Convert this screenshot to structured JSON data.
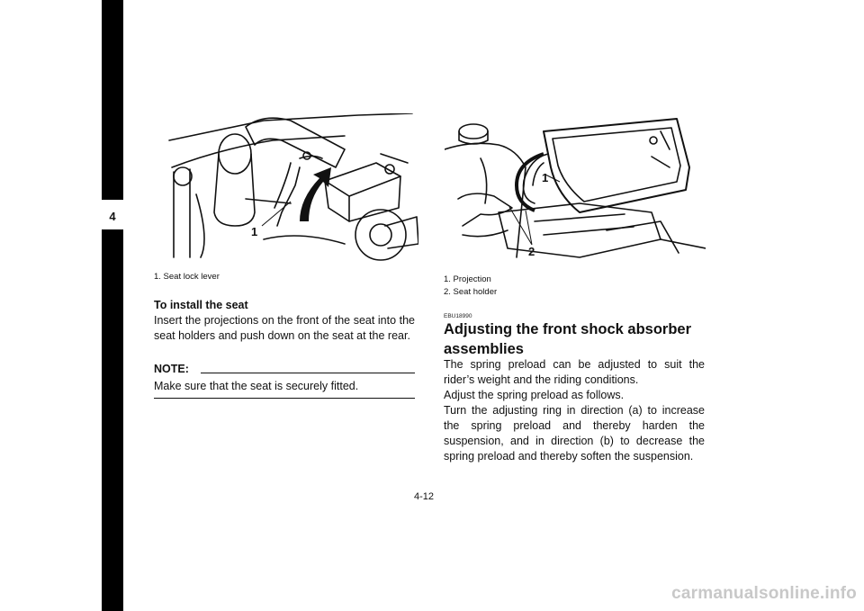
{
  "side_tab": {
    "number": "4"
  },
  "left_column": {
    "illustration_label": "1",
    "caption": [
      "1.  Seat lock lever"
    ],
    "section_heading": "To install the seat",
    "paragraph": "Insert the projections on the front of the seat into the seat holders and push down on the seat at the rear.",
    "note_label": "NOTE:",
    "note_text": "Make sure that the seat is securely fitted."
  },
  "right_column": {
    "illustration_labels": [
      "1",
      "2"
    ],
    "caption": [
      "1.  Projection",
      "2.  Seat holder"
    ],
    "code": "EBU18990",
    "heading": "Adjusting the front shock absorber assemblies",
    "paragraphs": [
      "The spring preload can be adjusted to suit the rider’s weight and the riding conditions.",
      "Adjust the spring preload as follows.",
      "Turn the adjusting ring in direction (a) to increase the spring preload and thereby harden the suspension, and in direction (b) to decrease the spring preload and thereby soften the suspension."
    ]
  },
  "page_number": "4-12",
  "watermark": "carmanualsonline.info"
}
